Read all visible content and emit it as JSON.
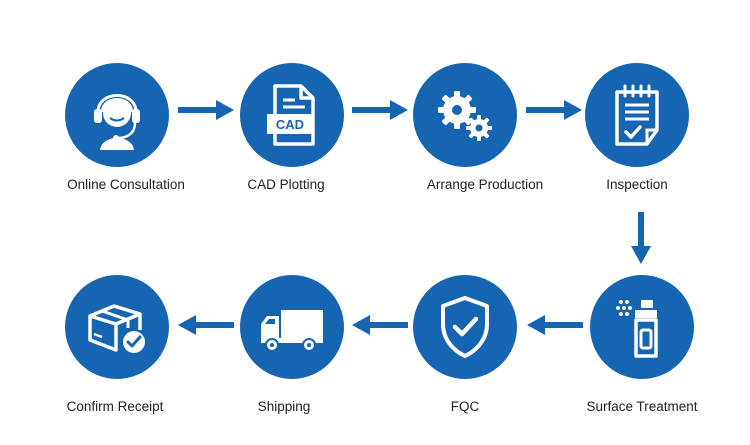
{
  "colors": {
    "accent": "#1565b3",
    "text": "#222222",
    "background": "#ffffff"
  },
  "steps": [
    {
      "label": "Online Consultation",
      "icon": "headset-agent-icon"
    },
    {
      "label": "CAD Plotting",
      "icon": "cad-document-icon"
    },
    {
      "label": "Arrange Production",
      "icon": "gears-icon"
    },
    {
      "label": "Inspection",
      "icon": "checklist-notepad-icon"
    },
    {
      "label": "Surface Treatment",
      "icon": "spray-can-icon"
    },
    {
      "label": "FQC",
      "icon": "shield-check-icon"
    },
    {
      "label": "Shipping",
      "icon": "truck-icon"
    },
    {
      "label": "Confirm Receipt",
      "icon": "box-check-icon"
    }
  ],
  "icon_text": {
    "cad": "CAD"
  }
}
